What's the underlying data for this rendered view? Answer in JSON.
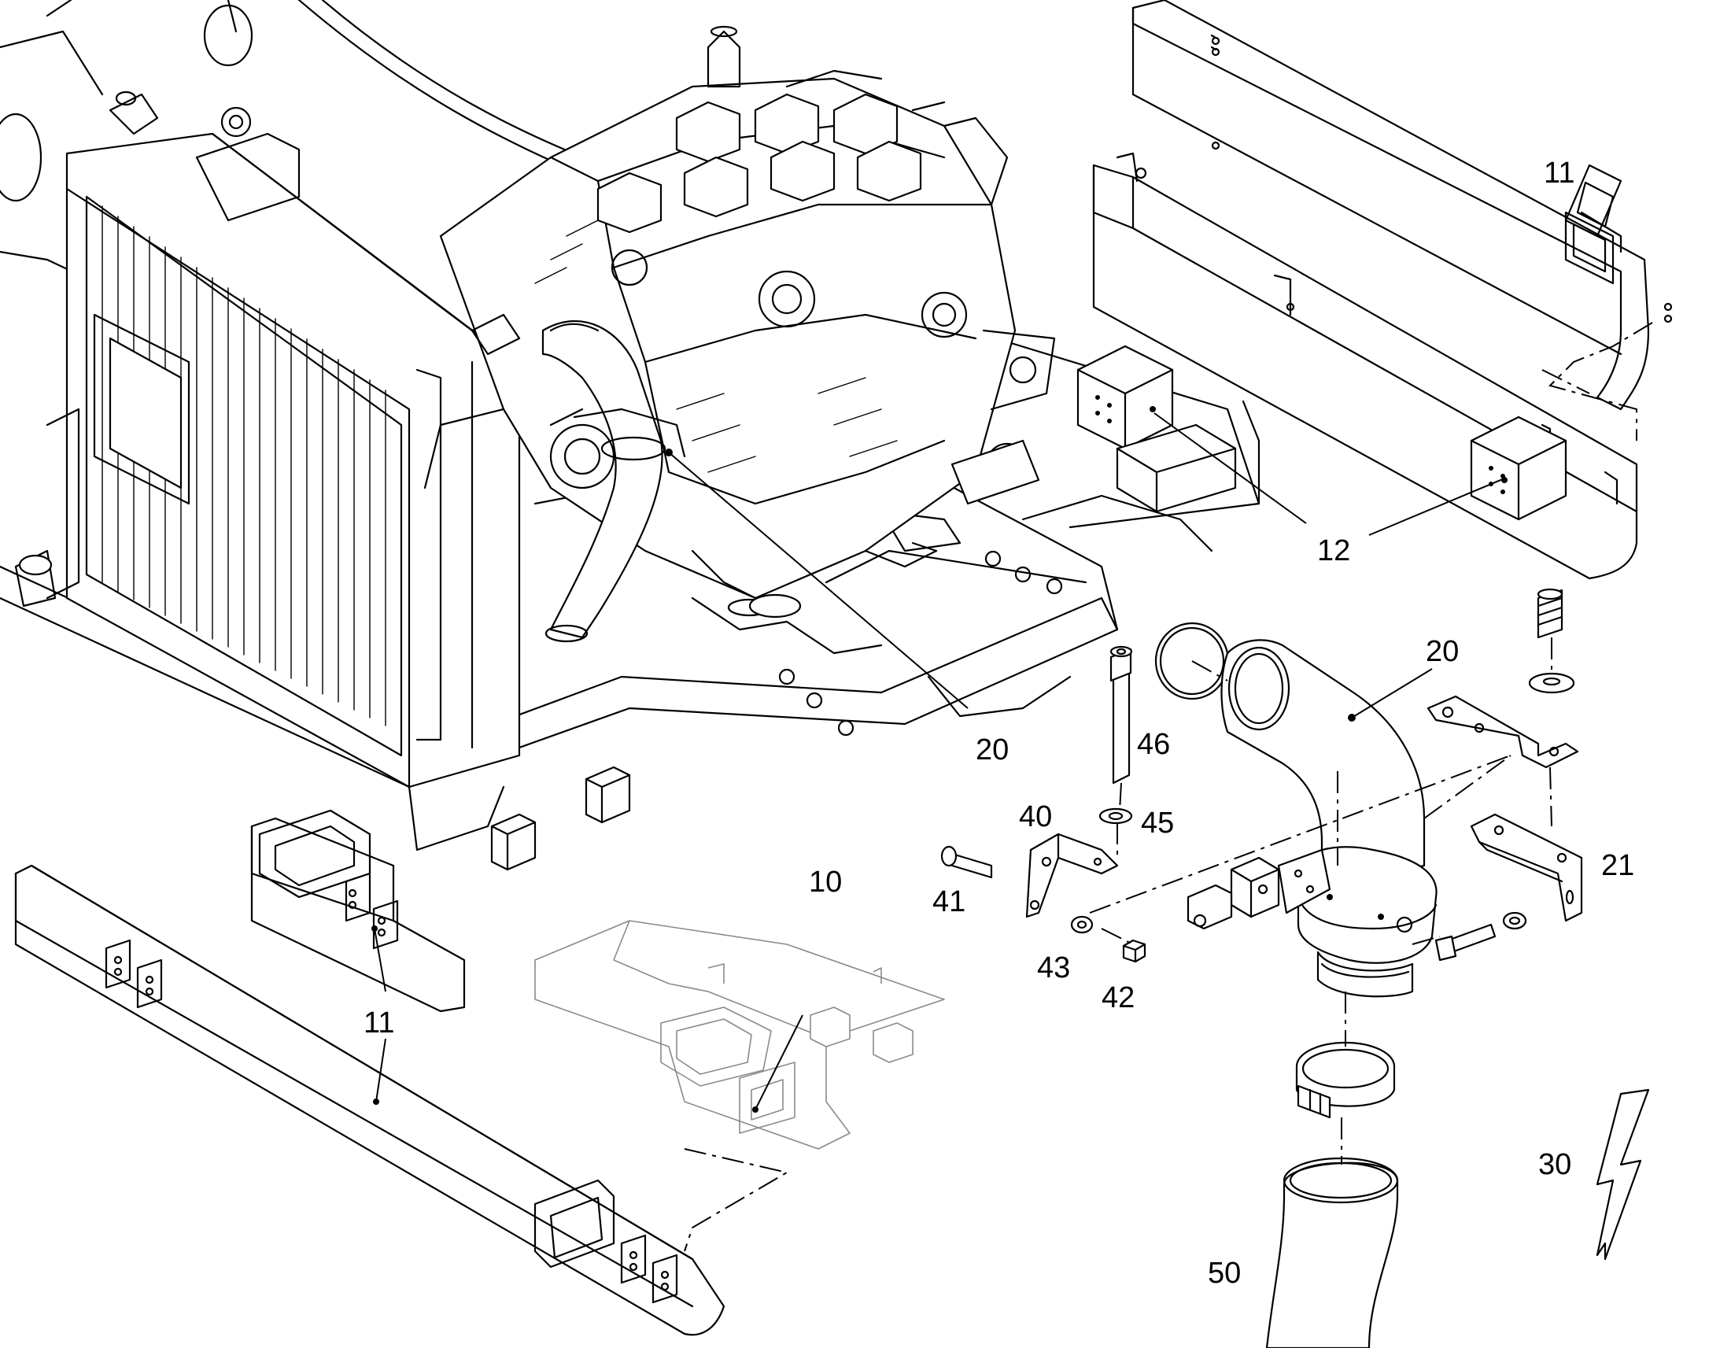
{
  "callouts": [
    {
      "id": "11a",
      "text": "11"
    },
    {
      "id": "12",
      "text": "12"
    },
    {
      "id": "20a",
      "text": "20"
    },
    {
      "id": "20b",
      "text": "20"
    },
    {
      "id": "46",
      "text": "46"
    },
    {
      "id": "40",
      "text": "40"
    },
    {
      "id": "45",
      "text": "45"
    },
    {
      "id": "21",
      "text": "21"
    },
    {
      "id": "41",
      "text": "41"
    },
    {
      "id": "43",
      "text": "43"
    },
    {
      "id": "42",
      "text": "42"
    },
    {
      "id": "10",
      "text": "10"
    },
    {
      "id": "11b",
      "text": "11"
    },
    {
      "id": "30",
      "text": "30"
    },
    {
      "id": "50",
      "text": "50"
    }
  ],
  "icons": {
    "direction": "lightning-arrow-icon"
  }
}
